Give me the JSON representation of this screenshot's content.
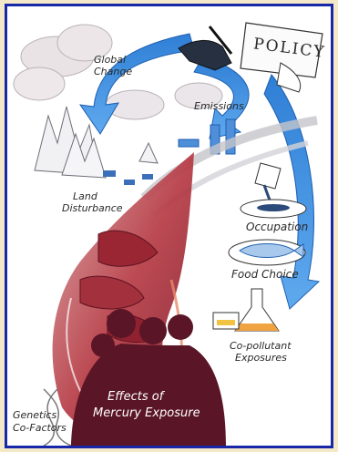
{
  "labels": {
    "policy": "POLICY",
    "global_change_1": "Global",
    "global_change_2": "Change",
    "emissions": "Emissions",
    "land_disturbance_1": "Land",
    "land_disturbance_2": "Disturbance",
    "occupation": "Occupation",
    "food_choice": "Food Choice",
    "copollutant_1": "Co-pollutant",
    "copollutant_2": "Exposures",
    "genetics_1": "Genetics",
    "genetics_2": "Co-Factors",
    "effects_1": "Effects of",
    "effects_2": "Mercury Exposure"
  },
  "colors": {
    "page_background": "#f3e9c9",
    "frame_border": "#1727a8",
    "flow_arrow_blue": "#3d8fe0",
    "mercury_red": "#a3242f",
    "silhouette_maroon": "#5a1526"
  },
  "icons": [
    "writing-hand-icon",
    "cloud-icon",
    "tree-icon",
    "smokestack-icon",
    "pouring-cup-icon",
    "fish-plate-icon",
    "flask-icon",
    "people-silhouette-icon"
  ]
}
